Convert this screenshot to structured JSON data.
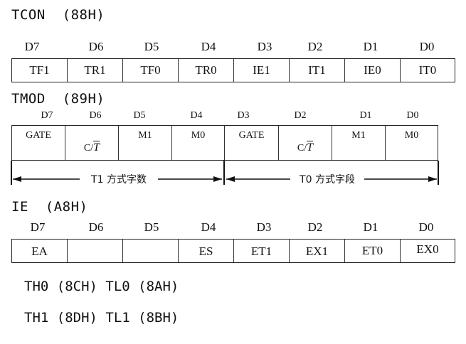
{
  "tcon": {
    "title": "TCON  (88H)",
    "bits": [
      "D7",
      "D6",
      "D5",
      "D4",
      "D3",
      "D2",
      "D1",
      "D0"
    ],
    "cells": [
      "TF1",
      "TR1",
      "TF0",
      "TR0",
      "IE1",
      "IT1",
      "IE0",
      "IT0"
    ]
  },
  "tmod": {
    "title": "TMOD  (89H)",
    "bits": [
      "D7",
      "D6",
      "D5",
      "D4",
      "D3",
      "D2",
      "D1",
      "D0"
    ],
    "cells": [
      "GATE",
      "C/",
      "M1",
      "M0",
      "GATE",
      "C/",
      "M1",
      "M0"
    ],
    "t_bar": "T",
    "t1_label": "T1 方式字数",
    "t0_label": "T0 方式字段"
  },
  "ie": {
    "title": "IE  (A8H)",
    "bits": [
      "D7",
      "D6",
      "D5",
      "D4",
      "D3",
      "D2",
      "D1",
      "D0"
    ],
    "cells": [
      "EA",
      "",
      "",
      "ES",
      "ET1",
      "EX1",
      "ET0",
      "EX0"
    ]
  },
  "footer": {
    "line1": "TH0 (8CH) TL0 (8AH)",
    "line2": "TH1 (8DH) TL1 (8BH)"
  }
}
